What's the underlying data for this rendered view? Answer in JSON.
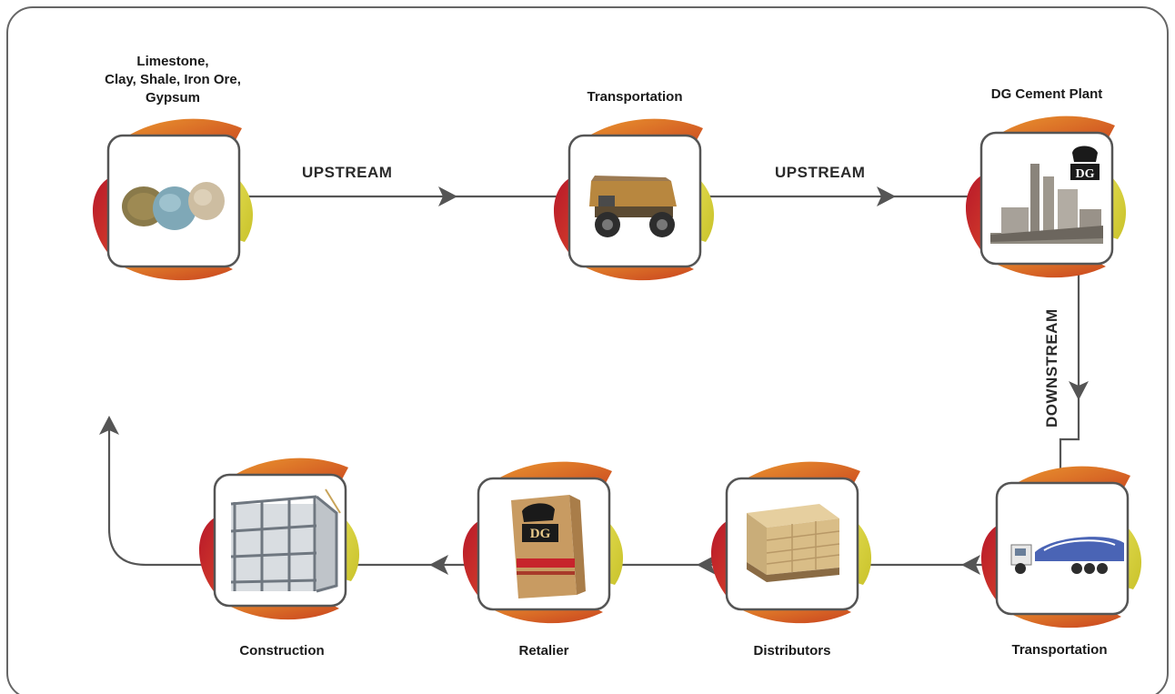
{
  "nodes": {
    "raw_materials": {
      "label": "Limestone,\nClay, Shale, Iron Ore,\nGypsum",
      "image": "raw-materials-piles"
    },
    "transport_truck": {
      "label": "Transportation",
      "image": "dump-truck"
    },
    "plant": {
      "label": "DG Cement Plant",
      "image": "cement-plant",
      "logo": "DG"
    },
    "transport_tanker": {
      "label": "Transportation",
      "image": "bulk-cement-tanker"
    },
    "distributors": {
      "label": "Distributors",
      "image": "pallet-of-bags"
    },
    "retailer": {
      "label": "Retalier",
      "image": "cement-bag"
    },
    "construction": {
      "label": "Construction",
      "image": "building-frame"
    }
  },
  "flows": {
    "upstream_1": "UPSTREAM",
    "upstream_2": "UPSTREAM",
    "downstream": "DOWNSTREAM"
  },
  "colors": {
    "frame": "#555555",
    "arrow": "#555555",
    "petal_red": "#c8202f",
    "petal_orange": "#e07a22",
    "petal_yellow": "#d9d43a"
  }
}
